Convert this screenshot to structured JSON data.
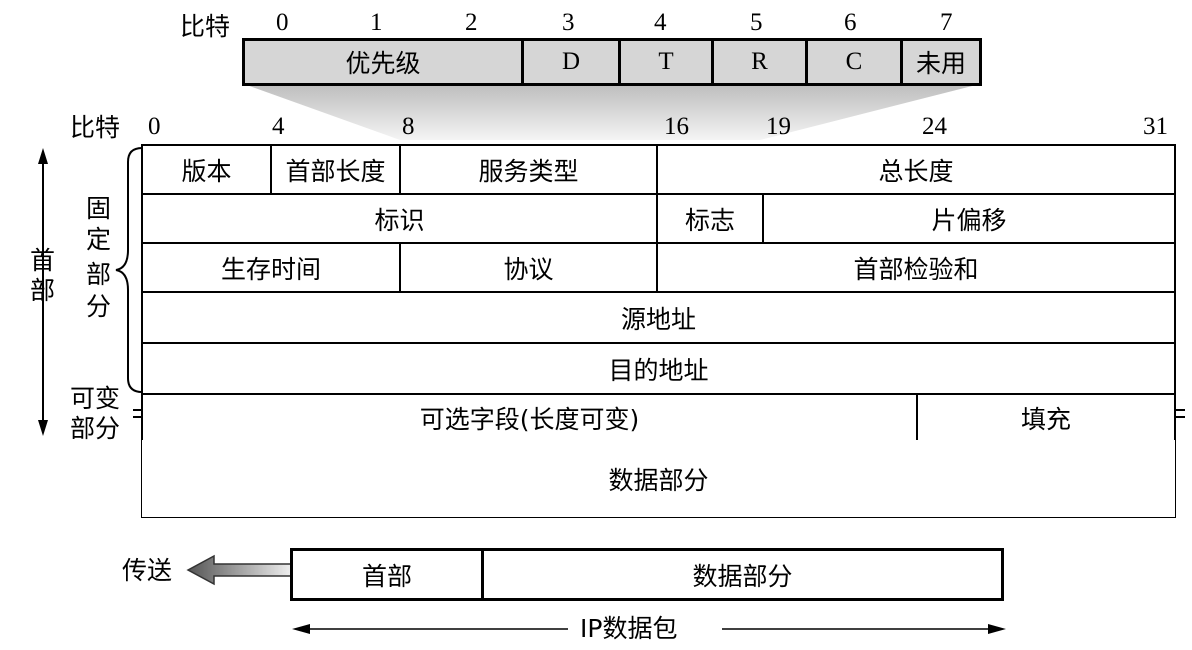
{
  "tos": {
    "bit_title": "比特",
    "bits": [
      "0",
      "1",
      "2",
      "3",
      "4",
      "5",
      "6",
      "7"
    ],
    "fields": [
      "优先级",
      "D",
      "T",
      "R",
      "C",
      "未用"
    ]
  },
  "header": {
    "bit_title": "比特",
    "bits": [
      "0",
      "4",
      "8",
      "16",
      "19",
      "24",
      "31"
    ],
    "rows": [
      [
        "版本",
        "首部长度",
        "服务类型",
        "总长度"
      ],
      [
        "标识",
        "标志",
        "片偏移"
      ],
      [
        "生存时间",
        "协议",
        "首部检验和"
      ],
      [
        "源地址"
      ],
      [
        "目的地址"
      ],
      [
        "可选字段(长度可变)",
        "填充"
      ]
    ],
    "data_part": "数据部分"
  },
  "side": {
    "header": "首部",
    "fixed_part": [
      "固",
      "定",
      "部",
      "分"
    ],
    "variable_part": [
      "可变",
      "部分"
    ]
  },
  "packet": {
    "send": "传送",
    "header": "首部",
    "data": "数据部分",
    "caption": "IP数据包"
  }
}
